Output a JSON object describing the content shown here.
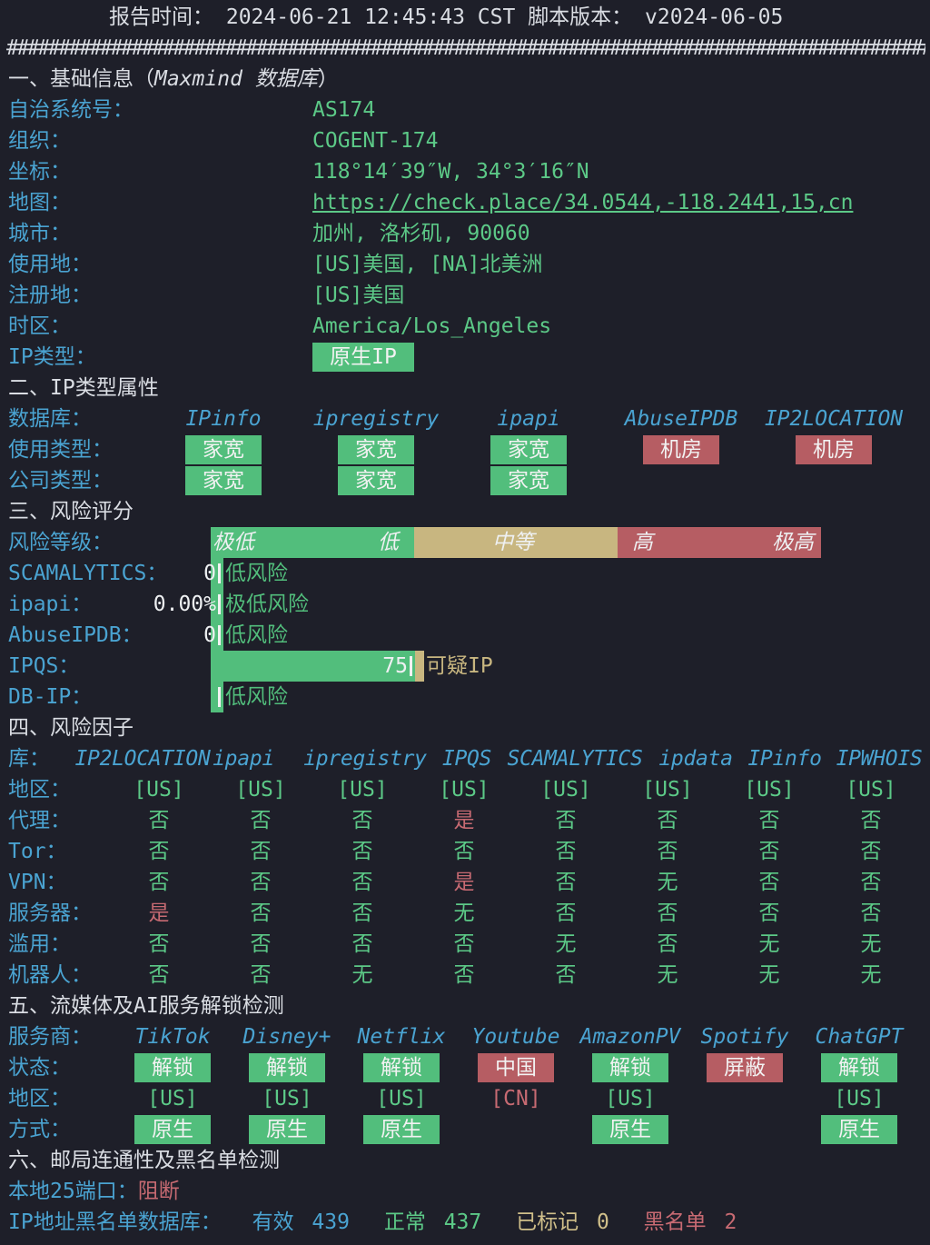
{
  "header": {
    "report_time": "报告时间： 2024-06-21 12:45:43 CST  脚本版本： v2024-06-05",
    "hash_line": "##########################################################################################"
  },
  "basic": {
    "title_a": "一、基础信息（",
    "title_b": "Maxmind 数据库",
    "title_c": "）",
    "rows": [
      {
        "label": "自治系统号：",
        "value": "AS174"
      },
      {
        "label": "组织：",
        "value": "COGENT-174"
      },
      {
        "label": "坐标：",
        "value": "118°14′39″W, 34°3′16″N"
      },
      {
        "label": "地图：",
        "value": "https://check.place/34.0544,-118.2441,15,cn"
      },
      {
        "label": "城市：",
        "value": "加州, 洛杉矶, 90060"
      },
      {
        "label": "使用地：",
        "value": "[US]美国, [NA]北美洲"
      },
      {
        "label": "注册地：",
        "value": "[US]美国"
      },
      {
        "label": "时区：",
        "value": "America/Los_Angeles"
      },
      {
        "label": "IP类型：",
        "value": "原生IP"
      }
    ]
  },
  "iptype": {
    "title": "二、IP类型属性",
    "db_label": "数据库：",
    "usage_label": "使用类型：",
    "company_label": "公司类型：",
    "dbs": [
      "IPinfo",
      "ipregistry",
      "ipapi",
      "AbuseIPDB",
      "IP2LOCATION"
    ],
    "usage": [
      "家宽",
      "家宽",
      "家宽",
      "机房",
      "机房"
    ],
    "company": [
      "家宽",
      "家宽",
      "家宽"
    ]
  },
  "risk": {
    "title": "三、风险评分",
    "level_label": "风险等级：",
    "scale": [
      "极低",
      "低",
      "中等",
      "高",
      "极高"
    ],
    "rows": [
      {
        "label": "SCAMALYTICS：",
        "score": "0",
        "score_value": 0,
        "text": "低风险"
      },
      {
        "label": "ipapi：",
        "score": "0.00%",
        "score_value": 0,
        "text": "极低风险"
      },
      {
        "label": "AbuseIPDB：",
        "score": "0",
        "score_value": 0,
        "text": "低风险"
      },
      {
        "label": "IPQS：",
        "score": "75",
        "score_value": 75,
        "text": "可疑IP"
      },
      {
        "label": "DB-IP：",
        "score": "",
        "score_value": 0,
        "text": "低风险"
      }
    ],
    "colors": {
      "low": "#52be7c",
      "mid": "#c8b680",
      "high": "#b65d63"
    }
  },
  "factors": {
    "title": "四、风险因子",
    "lib_label": "库：",
    "libs": [
      "IP2LOCATION",
      "ipapi",
      "ipregistry",
      "IPQS",
      "SCAMALYTICS",
      "ipdata",
      "IPinfo",
      "IPWHOIS"
    ],
    "rows": [
      {
        "label": "地区：",
        "values": [
          "[US]",
          "[US]",
          "[US]",
          "[US]",
          "[US]",
          "[US]",
          "[US]",
          "[US]"
        ]
      },
      {
        "label": "代理：",
        "values": [
          "否",
          "否",
          "否",
          "是",
          "否",
          "否",
          "否",
          "否"
        ]
      },
      {
        "label": "Tor：",
        "values": [
          "否",
          "否",
          "否",
          "否",
          "否",
          "否",
          "否",
          "否"
        ]
      },
      {
        "label": "VPN：",
        "values": [
          "否",
          "否",
          "否",
          "是",
          "否",
          "无",
          "否",
          "否"
        ]
      },
      {
        "label": "服务器：",
        "values": [
          "是",
          "否",
          "否",
          "无",
          "否",
          "否",
          "否",
          "否"
        ]
      },
      {
        "label": "滥用：",
        "values": [
          "否",
          "否",
          "否",
          "否",
          "无",
          "否",
          "无",
          "无"
        ]
      },
      {
        "label": "机器人：",
        "values": [
          "否",
          "否",
          "无",
          "否",
          "否",
          "无",
          "无",
          "无"
        ]
      }
    ]
  },
  "stream": {
    "title": "五、流媒体及AI服务解锁检测",
    "provider_label": "服务商：",
    "status_label": "状态：",
    "region_label": "地区：",
    "method_label": "方式：",
    "services": [
      {
        "name": "TikTok",
        "status": "解锁",
        "status_kind": "ok",
        "region": "[US]",
        "method": "原生"
      },
      {
        "name": "Disney+",
        "status": "解锁",
        "status_kind": "ok",
        "region": "[US]",
        "method": "原生"
      },
      {
        "name": "Netflix",
        "status": "解锁",
        "status_kind": "ok",
        "region": "[US]",
        "method": "原生"
      },
      {
        "name": "Youtube",
        "status": "中国",
        "status_kind": "bad",
        "region": "[CN]",
        "method": ""
      },
      {
        "name": "AmazonPV",
        "status": "解锁",
        "status_kind": "ok",
        "region": "[US]",
        "method": "原生"
      },
      {
        "name": "Spotify",
        "status": "屏蔽",
        "status_kind": "bad",
        "region": "",
        "method": ""
      },
      {
        "name": "ChatGPT",
        "status": "解锁",
        "status_kind": "ok",
        "region": "[US]",
        "method": "原生"
      }
    ]
  },
  "mail": {
    "title": "六、邮局连通性及黑名单检测",
    "port_label": "本地25端口：",
    "port_value": "阻断",
    "bl_label": "IP地址黑名单数据库：",
    "valid_label": "有效",
    "valid_value": "439",
    "normal_label": "正常",
    "normal_value": "437",
    "marked_label": "已标记",
    "marked_value": "0",
    "black_label": "黑名单",
    "black_value": "2"
  }
}
